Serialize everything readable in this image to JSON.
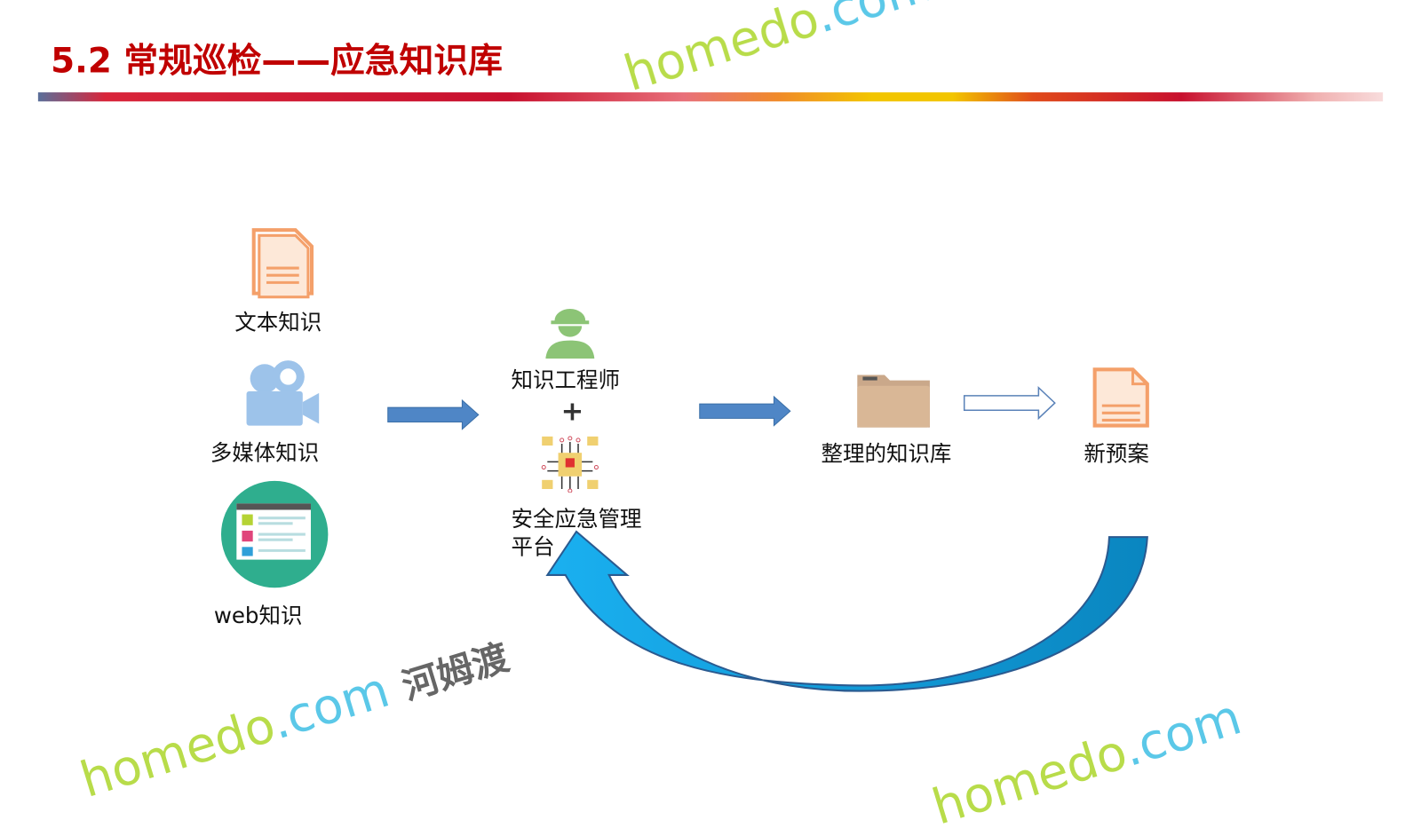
{
  "slide": {
    "title": "5.2 常规巡检——应急知识库",
    "sources": [
      {
        "label": "文本知识",
        "icon": "document-icon"
      },
      {
        "label": "多媒体知识",
        "icon": "video-camera-icon"
      },
      {
        "label": "web知识",
        "icon": "web-page-icon"
      }
    ],
    "engineer_label": "知识工程师",
    "plus_symbol": "+",
    "platform_label_line1": "安全应急管理",
    "platform_label_line2": "平台",
    "kb_label": "整理的知识库",
    "plan_label": "新预案",
    "watermark": {
      "brand": "homedo",
      "domain": ".com",
      "cn": "河姆渡"
    }
  },
  "colors": {
    "title": "#c00000",
    "arrow_blue": "#4f86c6",
    "loop_arrow": "#0aa0e0",
    "doc_orange": "#f4a06a",
    "engineer_green": "#8cc476",
    "web_teal": "#2fae8e"
  }
}
